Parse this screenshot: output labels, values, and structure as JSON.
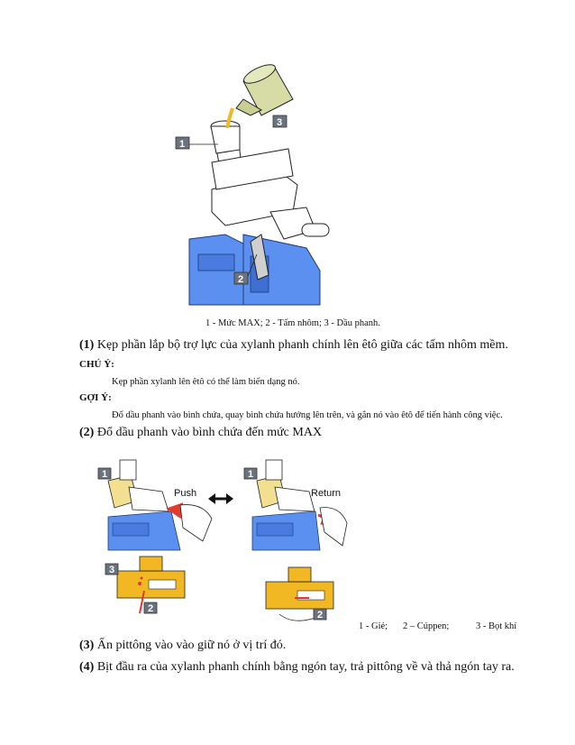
{
  "figure1": {
    "callouts": [
      "1",
      "2",
      "3"
    ],
    "caption": "1 - Mức MAX;   2 - Tấm nhôm;   3 - Dầu phanh."
  },
  "steps": [
    {
      "num": "(1)",
      "text": " Kẹp phần lắp bộ trợ lực của xylanh phanh chính lên êtô giữa các tấm nhôm mềm."
    },
    {
      "num": "(2)",
      "text": " Đổ dầu phanh vào bình chứa đến mức MAX"
    },
    {
      "num": "(3)",
      "text": " Ấn pittông vào vào giữ nó ở vị trí đó."
    },
    {
      "num": "(4)",
      "text": " Bịt đầu ra của xylanh phanh chính bằng ngón tay, trả pittông về và thả ngón tay ra."
    }
  ],
  "chu_y": {
    "label": "CHÚ Ý:",
    "text": "Kẹp phần xylanh lên êtô có thể làm biến dạng nó."
  },
  "goi_y": {
    "label": "GỢI Ý:",
    "text": "Đổ dầu phanh vào bình chứa, quay bình chứa hướng lên trên, và gắn nó vào êtô để tiến hành công việc."
  },
  "figure2": {
    "push_label": "Push",
    "return_label": "Return",
    "callouts": [
      "1",
      "1",
      "3",
      "2",
      "2"
    ],
    "legend": [
      "1 - Giẻ;",
      "2 – Cúppen;",
      "3 - Bọt khí"
    ]
  },
  "colors": {
    "vise_blue": "#5b8ff0",
    "fluid_yellow": "#f2b824",
    "bottle_green": "#d7dca6",
    "rag_yellow": "#f2df8f",
    "arrow_red": "#e23b2e"
  }
}
